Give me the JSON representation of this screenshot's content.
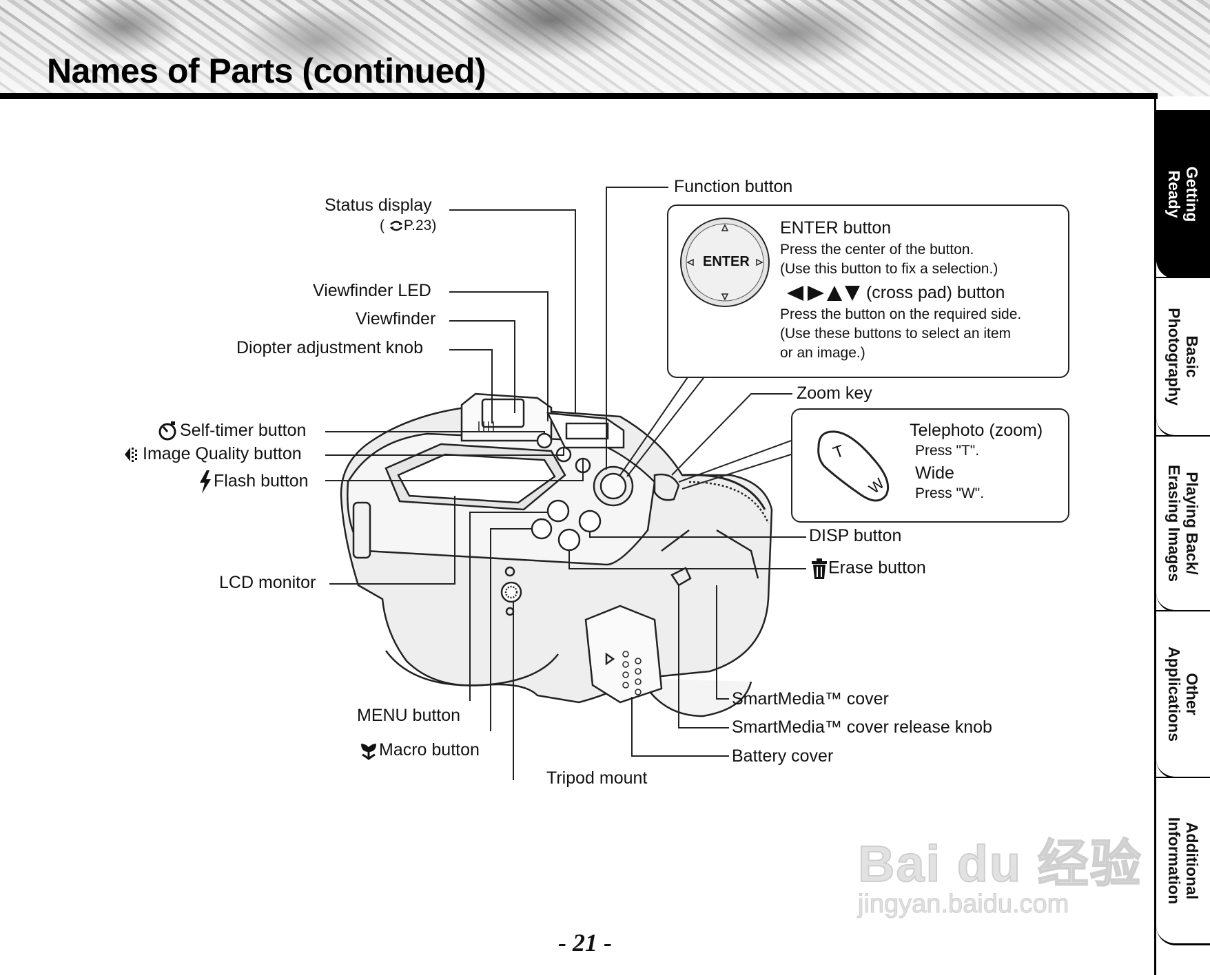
{
  "page": {
    "title": "Names of Parts (continued)",
    "page_number": "- 21 -"
  },
  "tabs": [
    {
      "label": "Getting\nReady",
      "active": true
    },
    {
      "label": "Basic\nPhotography",
      "active": false
    },
    {
      "label": "Playing Back/\nErasing Images",
      "active": false
    },
    {
      "label": "Other\nApplications",
      "active": false
    },
    {
      "label": "Additional\nInformation",
      "active": false
    }
  ],
  "labels": {
    "status_display": "Status display",
    "status_display_ref": "P.23)",
    "status_display_ref_open": "(",
    "viewfinder_led": "Viewfinder LED",
    "viewfinder": "Viewfinder",
    "diopter": "Diopter adjustment knob",
    "self_timer": "Self-timer button",
    "image_quality": "Image Quality button",
    "flash": "Flash button",
    "lcd_monitor": "LCD monitor",
    "menu": "MENU button",
    "macro": "Macro button",
    "tripod": "Tripod mount",
    "function": "Function button",
    "zoom_key": "Zoom key",
    "disp": "DISP button",
    "erase": "Erase button",
    "smartmedia_cover": "SmartMedia™ cover",
    "smartmedia_release": "SmartMedia™ cover release knob",
    "battery_cover": "Battery cover"
  },
  "enter_callout": {
    "button_text": "ENTER",
    "enter_title": "ENTER button",
    "enter_desc1": "Press the center of the button.",
    "enter_desc2": "(Use this button to fix a selection.)",
    "cross_title": " (cross pad) button",
    "cross_desc1": "Press the button on the required side.",
    "cross_desc2": "(Use these buttons to select an item",
    "cross_desc3": "or an image.)"
  },
  "zoom_callout": {
    "tele_title": "Telephoto (zoom)",
    "tele_desc": "Press \"T\".",
    "wide_title": "Wide",
    "wide_desc": "Press \"W\".",
    "key_t": "T",
    "key_w": "W"
  },
  "watermark": {
    "brand": "Bai du 经验",
    "url": "jingyan.baidu.com"
  }
}
